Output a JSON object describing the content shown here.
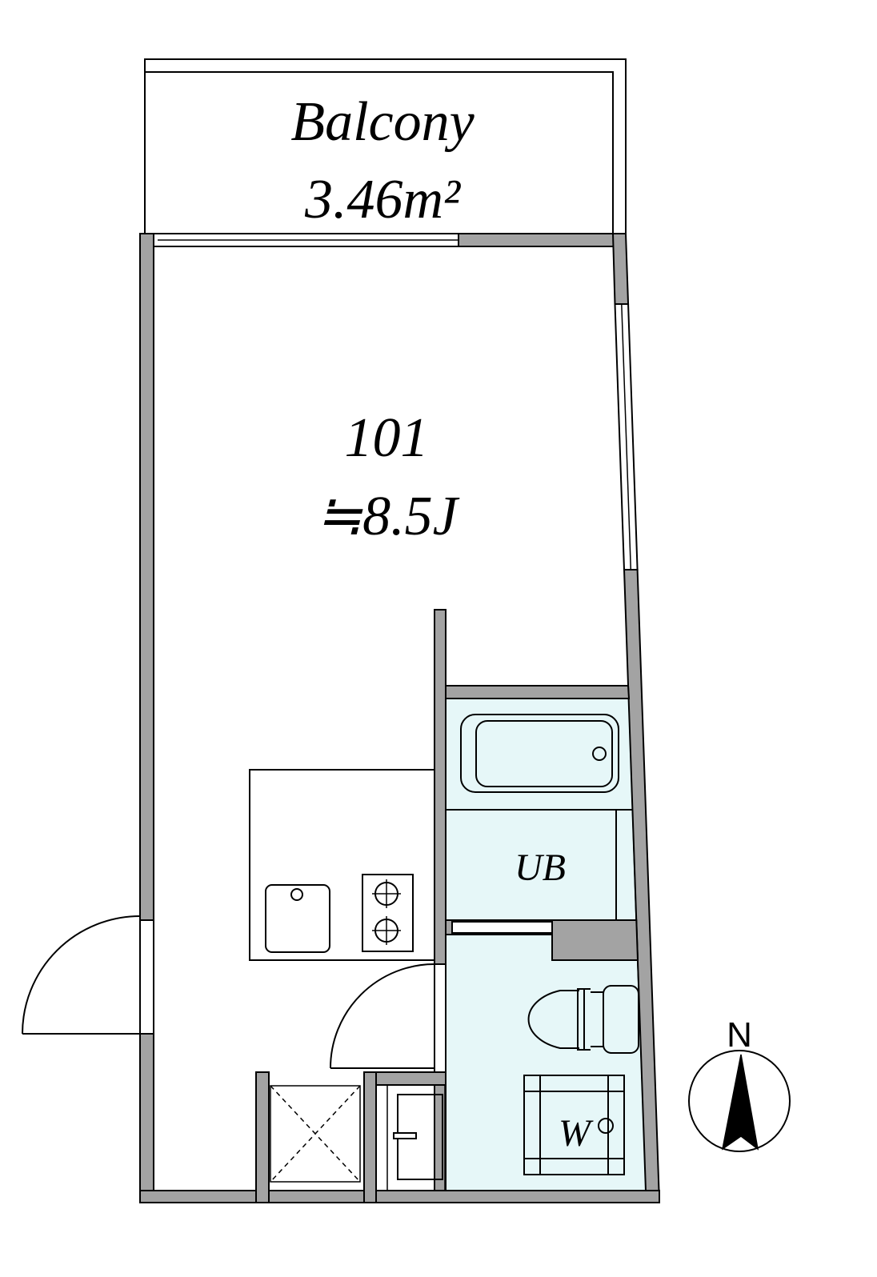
{
  "balcony": {
    "label": "Balcony",
    "area": "3.46m²"
  },
  "room": {
    "number": "101",
    "size": "≒8.5J"
  },
  "bathroom": {
    "label": "UB"
  },
  "washer": {
    "label": "W"
  },
  "compass": {
    "north_label": "N"
  },
  "colors": {
    "wall": "#a3a3a3",
    "wet_area": "#e6f7f8",
    "line": "#000000"
  }
}
